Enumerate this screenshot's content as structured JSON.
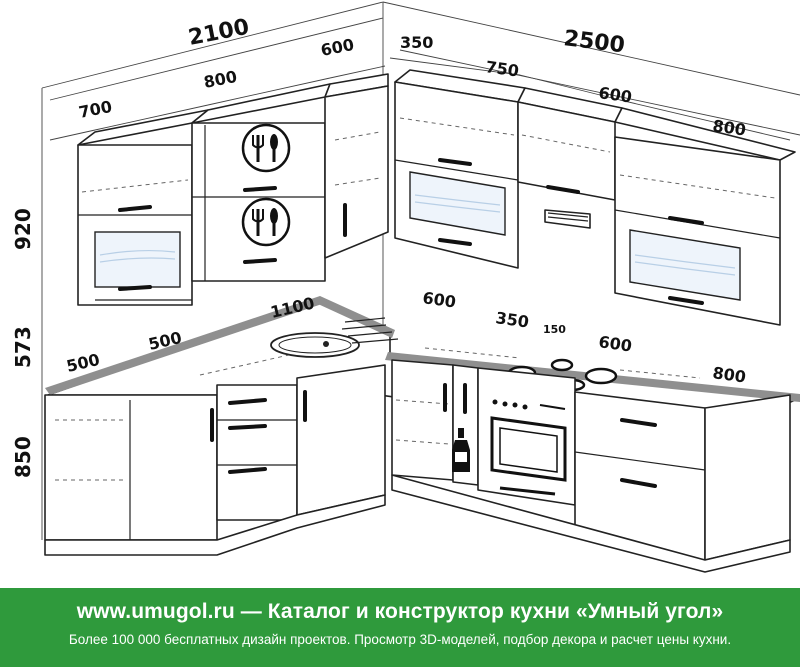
{
  "dimensions": {
    "left_total": "2100",
    "right_total": "2500",
    "upper_left": [
      "700",
      "800",
      "600"
    ],
    "upper_right": [
      "350",
      "750",
      "600",
      "800"
    ],
    "counter_left": [
      "500",
      "500",
      "1100"
    ],
    "counter_right": [
      "600",
      "350",
      "150",
      "600",
      "800"
    ],
    "upper_height": "920",
    "gap_height": "573",
    "base_height": "850"
  },
  "banner": {
    "site": "www.umugol.ru",
    "separator": "—",
    "title": "Каталог и конструктор кухни «Умный угол»",
    "subtitle": "Более 100 000 бесплатных дизайн проектов. Просмотр 3D-моделей, подбор декора и расчет цены кухни."
  },
  "colors": {
    "banner_bg": "#2f9a3c",
    "countertop_edge": "#8f8f8f"
  }
}
